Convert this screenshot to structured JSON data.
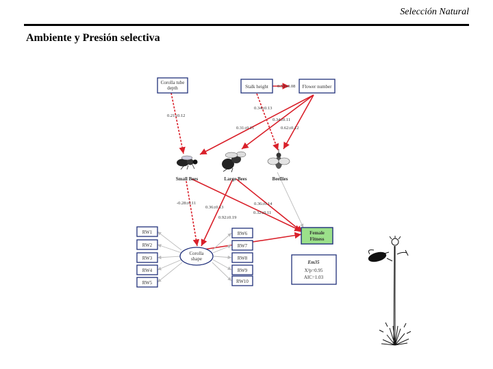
{
  "header": {
    "title": "Selección Natural"
  },
  "slide": {
    "title": "Ambiente y Presión selectiva"
  },
  "diagram": {
    "nodes": {
      "corolla_tube_depth": [
        "Corolla tube",
        "depth"
      ],
      "stalk_height": "Stalk height",
      "flower_number": "Flower number",
      "small_bees": "Small Bees",
      "large_bees": "Large Bees",
      "beeflies": "Beeflies",
      "female_fitness": [
        "Female",
        "Fitness"
      ],
      "corolla_shape": [
        "Corolla",
        "shape"
      ],
      "rw_left": [
        "RW1",
        "RW2",
        "RW3",
        "RW4",
        "RW5"
      ],
      "rw_right": [
        "RW6",
        "RW7",
        "RW8",
        "RW9",
        "RW10"
      ]
    },
    "coefficients": {
      "stalk_flower": "0.53±0.08",
      "tube_smallbees": "0.21±0.12",
      "stalk_beeflies": "0.34±0.13",
      "flower_largebees": "0.34±0.11",
      "flower_smallbees": "0.31±0.11",
      "flower_beeflies": "0.62±0.12",
      "smallbees_shape": "-0.28±0.11",
      "largebees_shape": "0.36±0.13",
      "shape_fitness": "0.92±0.19",
      "smallbees_fitness": "0.36±0.14",
      "largebees_fitness": "0.32±0.11"
    },
    "model": {
      "name": "Em35",
      "chi": "X²p=0.95",
      "aic": "AIC=1.03"
    },
    "colors": {
      "path": "#d9202a",
      "box_border": "#1f2f7a",
      "fitness_fill": "#9be08a",
      "muted": "#bbbbbb"
    }
  },
  "icons": [
    "small-bee-icon",
    "large-bee-icon",
    "beefly-icon",
    "plant-with-bee-icon"
  ]
}
